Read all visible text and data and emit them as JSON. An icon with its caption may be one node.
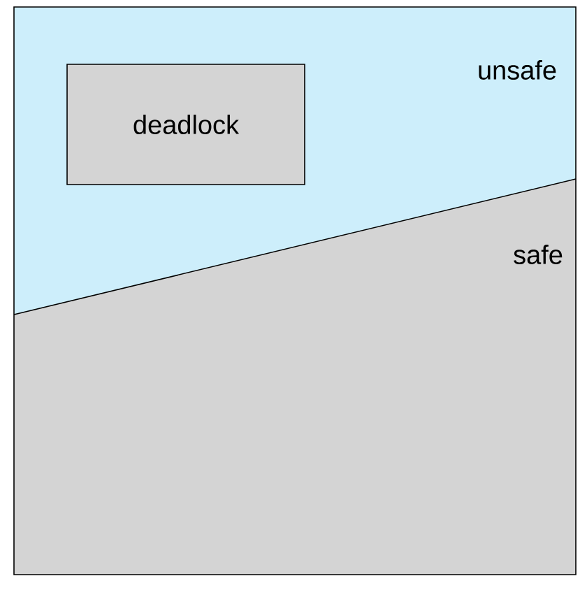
{
  "diagram": {
    "nodes": [
      {
        "text": [
          "unsafe"
        ]
      },
      {
        "text": [
          "safe"
        ]
      },
      {
        "text": [
          "deadlock"
        ],
        "in": 0
      }
    ]
  }
}
